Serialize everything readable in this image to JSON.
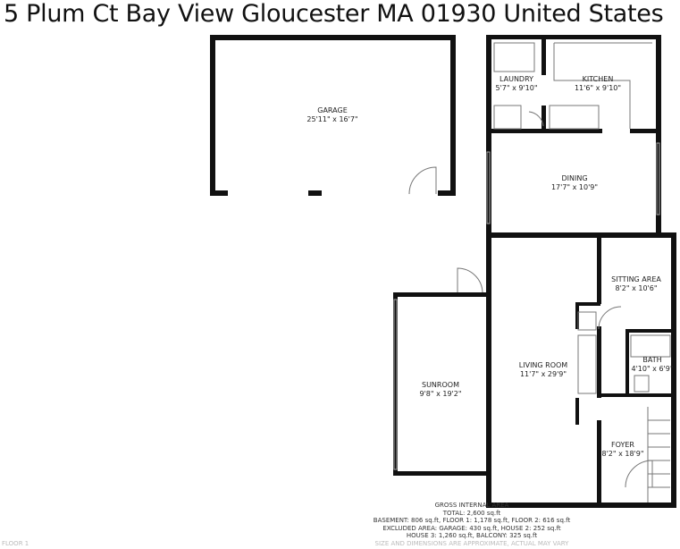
{
  "title": "5 Plum Ct Bay View Gloucester MA 01930 United States",
  "rooms": [
    {
      "name": "GARAGE",
      "dims": "25'11\" x 16'7\""
    },
    {
      "name": "LAUNDRY",
      "dims": "5'7\" x 9'10\""
    },
    {
      "name": "KITCHEN",
      "dims": "11'6\" x 9'10\""
    },
    {
      "name": "DINING",
      "dims": "17'7\" x 10'9\""
    },
    {
      "name": "SITTING AREA",
      "dims": "8'2\" x 10'6\""
    },
    {
      "name": "BATH",
      "dims": "4'10\" x 6'9\""
    },
    {
      "name": "LIVING ROOM",
      "dims": "11'7\" x 29'9\""
    },
    {
      "name": "SUNROOM",
      "dims": "9'8\" x 19'2\""
    },
    {
      "name": "FOYER",
      "dims": "8'2\" x 18'9\""
    }
  ],
  "notes": {
    "heading": "GROSS INTERNAL AREA",
    "total": "TOTAL: 2,600 sq.ft",
    "line1": "BASEMENT: 806 sq.ft, FLOOR 1: 1,178 sq.ft, FLOOR 2: 616 sq.ft",
    "line2": "EXCLUDED AREA: GARAGE: 430 sq.ft, HOUSE 2: 252 sq.ft",
    "line3": "HOUSE 3: 1,260 sq.ft, BALCONY: 325 sq.ft",
    "disclaimer": "SIZE AND DIMENSIONS ARE APPROXIMATE, ACTUAL MAY VARY"
  },
  "floor_label": "FLOOR 1"
}
